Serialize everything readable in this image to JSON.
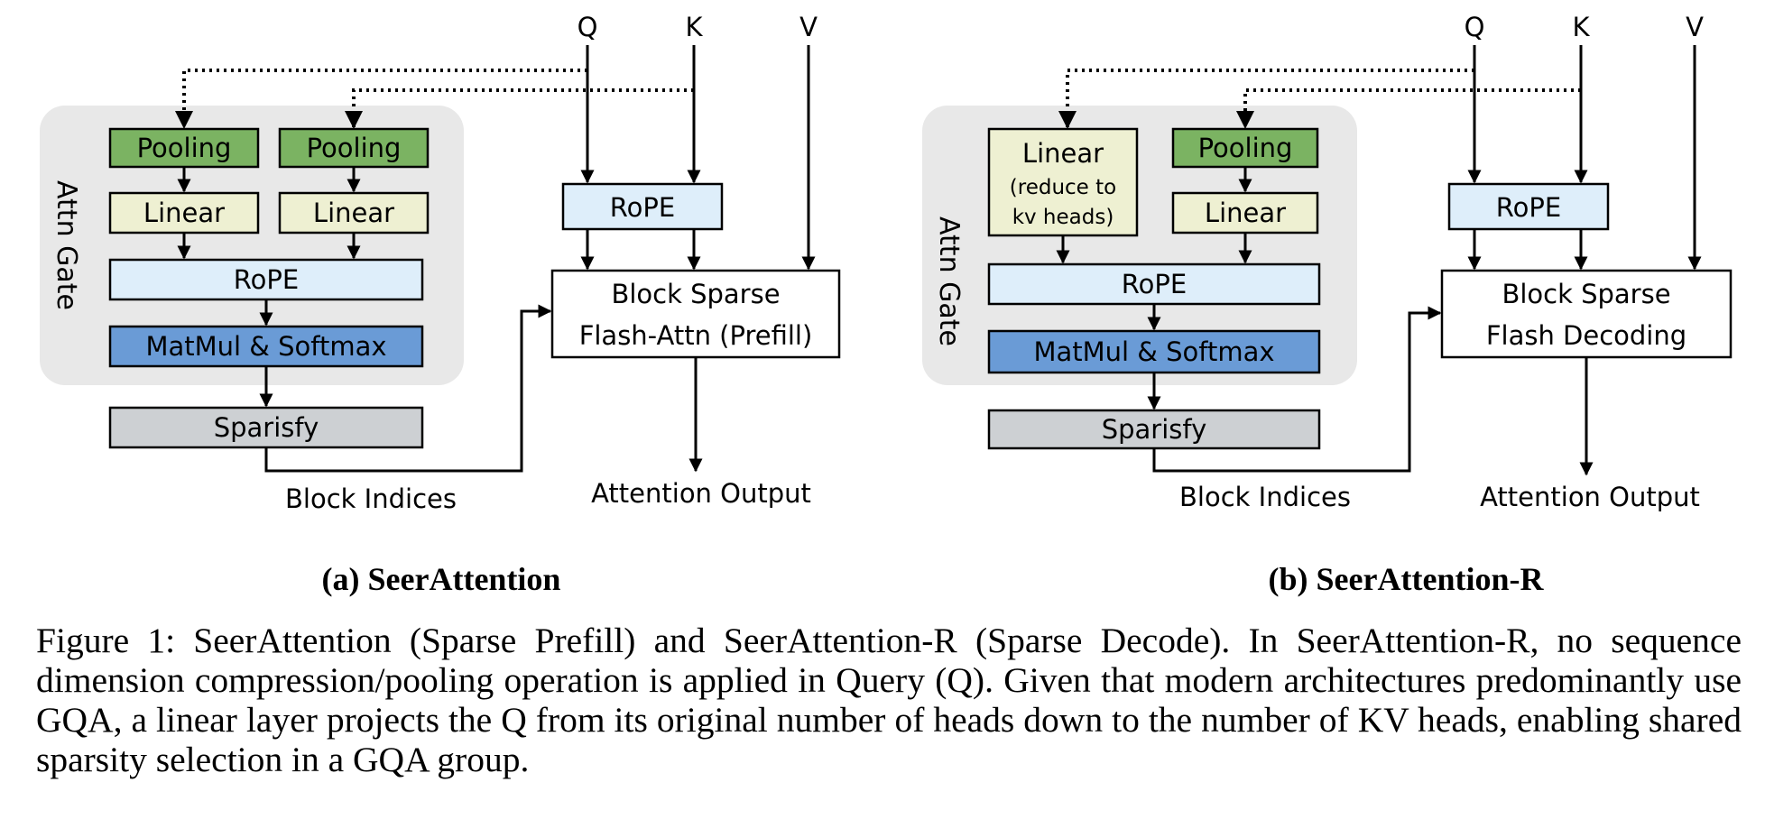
{
  "colors": {
    "gate_bg": "#e8e8e8",
    "pooling": "#7bb362",
    "linear": "#eef0d2",
    "rope": "#deeefa",
    "matmul": "#6a9bd6",
    "sparsify": "#cdd0d3",
    "line": "#000000"
  },
  "left": {
    "inputs": {
      "q": "Q",
      "k": "K",
      "v": "V"
    },
    "gate_label": "Attn Gate",
    "pooling_q": "Pooling",
    "pooling_k": "Pooling",
    "linear_q": "Linear",
    "linear_k": "Linear",
    "rope_gate": "RoPE",
    "matmul": "MatMul & Softmax",
    "sparsify": "Sparisfy",
    "block_indices": "Block Indices",
    "rope_main": "RoPE",
    "attn_line1": "Block Sparse",
    "attn_line2": "Flash-Attn (Prefill)",
    "output": "Attention Output",
    "subtitle": "(a) SeerAttention"
  },
  "right": {
    "inputs": {
      "q": "Q",
      "k": "K",
      "v": "V"
    },
    "gate_label": "Attn Gate",
    "linear_q_line1": "Linear",
    "linear_q_line2": "(reduce to",
    "linear_q_line3": "kv heads)",
    "pooling_k": "Pooling",
    "linear_k": "Linear",
    "rope_gate": "RoPE",
    "matmul": "MatMul & Softmax",
    "sparsify": "Sparisfy",
    "block_indices": "Block Indices",
    "rope_main": "RoPE",
    "attn_line1": "Block Sparse",
    "attn_line2": "Flash Decoding",
    "output": "Attention Output",
    "subtitle": "(b) SeerAttention-R"
  },
  "caption": "Figure 1: SeerAttention (Sparse Prefill) and SeerAttention-R (Sparse Decode). In SeerAttention-R, no sequence dimension compression/pooling operation is applied in Query (Q). Given that modern architectures predominantly use GQA, a linear layer projects the Q from its original number of heads down to the number of KV heads, enabling shared sparsity selection in a GQA group."
}
